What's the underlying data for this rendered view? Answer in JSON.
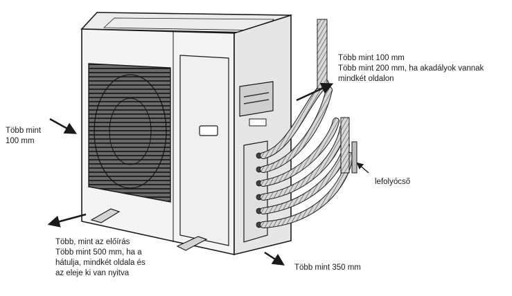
{
  "labels": {
    "top_right": [
      "Több mint 100 mm",
      "Több mint 200 mm, ha akadályok vannak",
      "mindkét oldalon"
    ],
    "left": [
      "Több mint",
      "100 mm"
    ],
    "drain": "lefolyócső",
    "bottom_left": [
      "Több, mint az előírás",
      "Több mint 500 mm, ha a",
      "hátulja, mindkét oldala és",
      "az eleje ki van nyitva"
    ],
    "bottom_right": "Több mint 350 mm"
  },
  "colors": {
    "line": "#1a1a1a",
    "unit_fill": "#f4f4f4",
    "grille": "#3a3a3a",
    "hose": "#9a9a9a"
  }
}
